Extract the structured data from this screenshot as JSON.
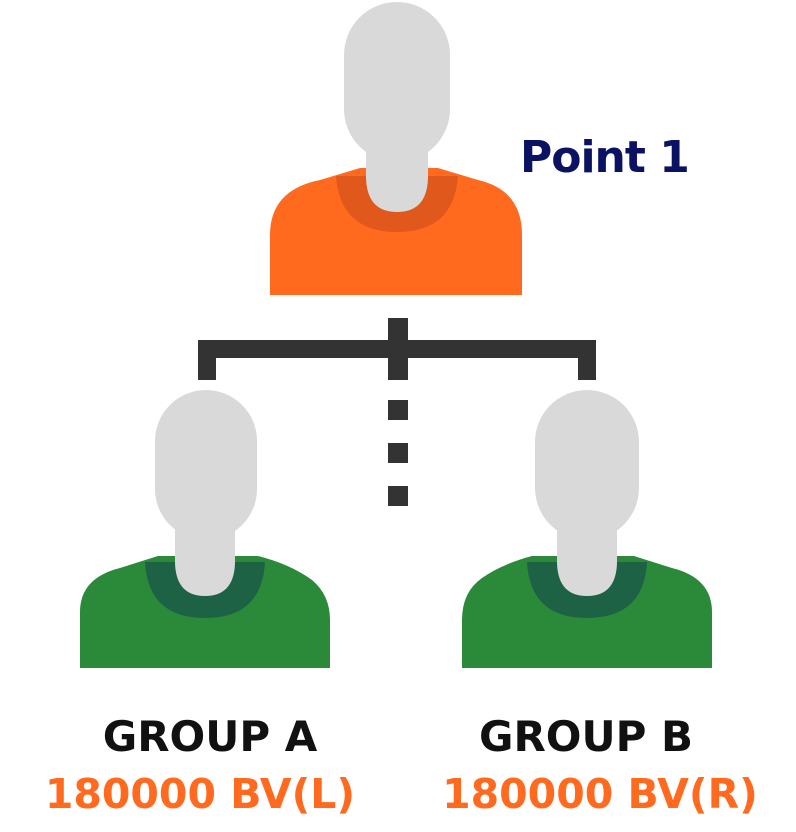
{
  "point_label": "Point 1",
  "groups": [
    {
      "name": "GROUP A",
      "bv": "180000 BV(L)"
    },
    {
      "name": "GROUP B",
      "bv": "180000 BV(R)"
    }
  ],
  "colors": {
    "top_person_shirt": "#ff6a1f",
    "top_person_collar": "#e0581b",
    "child_person_shirt": "#2a8a3a",
    "child_person_collar": "#1d6244",
    "head": "#d9d9d9",
    "connector": "#333333",
    "point_label": "#0b1262",
    "group_name": "#111111",
    "group_bv": "#ff6a1f"
  },
  "icons": [
    "person-icon",
    "person-icon",
    "person-icon"
  ]
}
